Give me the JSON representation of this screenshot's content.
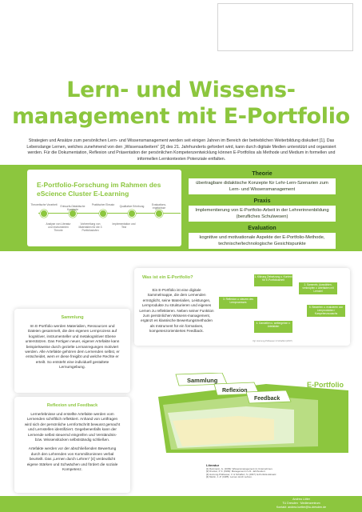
{
  "title": {
    "line1": "Lern- und Wissens-",
    "line2": "management mit E-Portfolio"
  },
  "intro": "Strategien und Ansätze zum persönlichen Lern- und Wissensmanagement werden seit einigen Jahren im Bereich der betrieblichen Weiterbildung diskutiert [1]. Das Lebenslange Lernen, welches zunehmend von den „Wissensarbeitern“ [2] des 21. Jahrhunderts gefordert wird, kann durch digitale Medien unterstützt und organisiert werden. Für die Dokumentation, Reflexion und Präsentation der persönlichen Kompetenzentwicklung können E-Portfolios als Methode und Medium in formellen und informellen Lernkontexten Potenziale entfalten.",
  "research": {
    "title": "E-Portfolio-Forschung im Rahmen des eScience Cluster E-Learning",
    "top_labels": [
      "Theoretische Vorarbeit",
      "Entwurfs-Didaktische Konzepte",
      "Praktischer Einsatz",
      "Qualitative Erhebung",
      "Evaluations-ergebnisse"
    ],
    "bottom_labels": [
      "Analyse von Literatur und Instrumenten Theorie",
      "Vorbereitung von Materialien für die 3 Portfoliostufen",
      "Implementation und Test"
    ]
  },
  "theorie": {
    "header": "Theorie",
    "body": "übertragbare didaktische Konzepte für Lehr-Lern-Szenarien zum Lern- und Wissensmanagement"
  },
  "praxis": {
    "header": "Praxis",
    "body": "Implementierung von E-Portfolio-Arbeit in der Lehrerinnenbildung (berufliches Schulwesen)"
  },
  "evaluation": {
    "header": "Evaluation",
    "body": "kognitive und motivationale Aspekte der E-Portfolio-Methode, technische/technologische Gesichtspunkte"
  },
  "what_is": {
    "title": "Was ist ein E-Portfolio?",
    "text": "Ein E-Portfolio ist eine digitale Sammelmappe, die dem Lernenden ermöglicht, seine Materialien, Leistungen, Lernprodukte zu strukturieren und eigenes Lernen zu reflektieren. Neben seiner Funktion zum persönlichen Wissens-management, ergänzt es klassische Bewertungsmethoden als Instrument für ein formatives, kompetenzorientiertes Feedback.",
    "cycle": [
      "1. Klärung Zielsetzung u. Kontext für E-Portfolioarbeit",
      "2. Sammeln, Auswählen, verknüpfen v. Artefakten mit Lernziel",
      "3. Reflexion u. steuern des Lernprozesses",
      "4. Darstellen u. weitergeben v. Artefakten",
      "5. Bewerten u. evaluieren von Lernprodukten / Kompetenzzuwachs"
    ],
    "caption": "Vgl. Hornung-Prähauser & Schaffert (2007)"
  },
  "sammlung": {
    "title": "Sammlung",
    "text": "Im E-Portfolio werden Materialien, Ressourcen und Dateien gesammelt, die den eigenen Lernprozess auf kognitiver, instrumenteller und metakognitiver Ebene unterstützen. Das Fertigen neuer, eigener Artefakte kann beispielsweise durch gezielte Lernanregungen motiviert werden. Alle Artefakte gehören dem Lernenden selbst, er entscheidet, wem er diese freigibt und welche Rechte er erteilt. So entsteht eine individuell gestaltete Lernumgebung."
  },
  "reflexion": {
    "title": "Reflexion und Feedback",
    "text1": "Lernerlebnisse und erstellte Artefakte werden vom Lernenden schriftlich reflektiert. Anhand von Leitfragen wird sich der persönliche Lernfortschritt bewusst gemacht und Lernstellen identifiziert. Gegebenenfalls kann der Lernende selbst steuernd eingreifen und Verständnis- bzw. Wissenslücken selbstständig schließen.",
    "text2": "Artefakte werden vor der abschließenden Bewertung durch den Lehrenden von Kommilitoninnen verbal beurteilt. Das „Lernen durch Lehren“ [4] verdeutlicht eigene Stärken und Schwächen und fördert die soziale Kompetenz."
  },
  "stack": {
    "tab1": "Sammlung",
    "tab2": "Reflexion",
    "tab3": "Feedback",
    "brand": "E-Portfolio"
  },
  "literatur": {
    "title": "Literatur",
    "items": [
      "[1] Reinmann, G. (2009): Wissensmanagement im Unternehmen.",
      "[2] Drucker, P. F. (1999): Management im 21. Jahrhundert.",
      "[3] Hornung-Prähauser, V. & Schaffert, S. (2007): E-Portfolio-Einsatz.",
      "[4] Martin, J.-P. (1985): Lernen durch Lehren."
    ]
  },
  "footer": {
    "line1": "Andrea Lütter",
    "line2": "TU Dresden · Medienzentrum",
    "line3": "Kontakt: andrea.luetter@tu-dresden.de"
  },
  "colors": {
    "accent": "#8cc63e",
    "dark_text": "#333333"
  }
}
